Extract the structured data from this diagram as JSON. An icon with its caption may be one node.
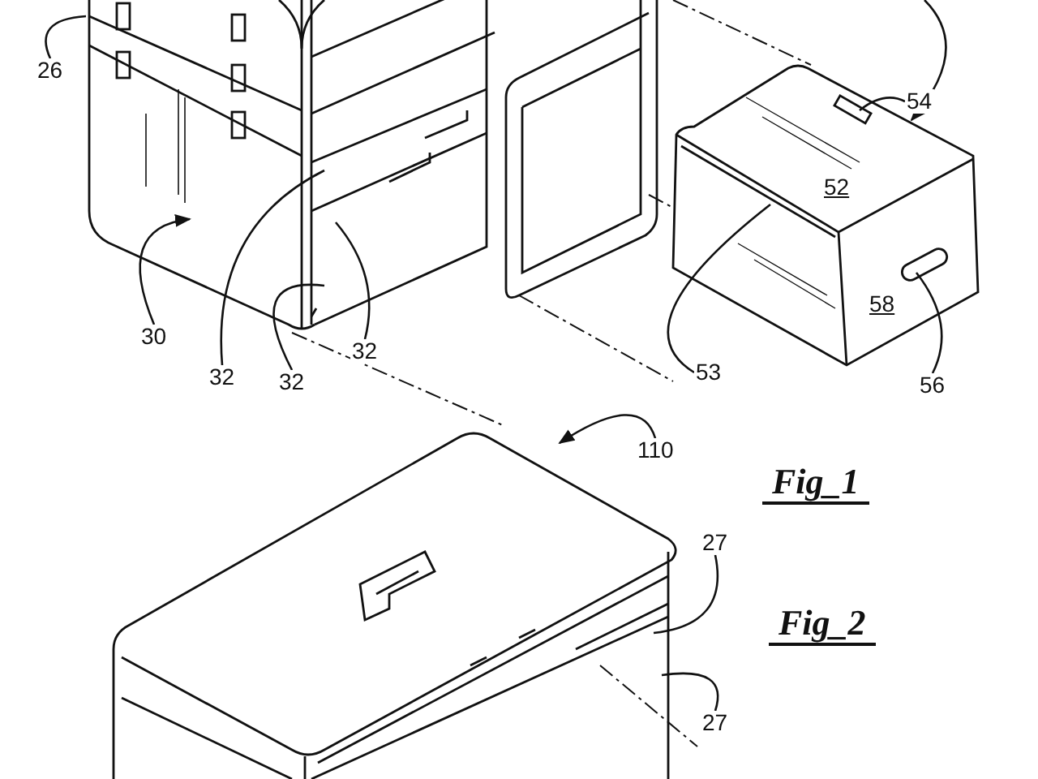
{
  "diagram": {
    "nodes": [
      {
        "text": [
          "26"
        ]
      },
      {
        "text": [
          "54"
        ]
      },
      {
        "text": [
          "30"
        ]
      },
      {
        "text": [
          "32"
        ]
      },
      {
        "text": [
          "32"
        ]
      },
      {
        "text": [
          "32"
        ]
      },
      {
        "text": [
          "53"
        ]
      },
      {
        "text": [
          "56"
        ]
      },
      {
        "text": [
          "110"
        ]
      },
      {
        "text": [
          "27"
        ]
      },
      {
        "text": [
          "27"
        ]
      },
      {
        "text": [],
        "shape": "box"
      }
    ],
    "edges": [
      {
        "from": 0,
        "to": null,
        "arrow": "none"
      },
      {
        "from": 1,
        "to": 11,
        "arrow": "none"
      },
      {
        "from": 2,
        "to": null,
        "arrow": "to"
      },
      {
        "from": 3,
        "to": null,
        "arrow": "none"
      },
      {
        "from": 4,
        "to": null,
        "arrow": "none"
      },
      {
        "from": 5,
        "to": null,
        "arrow": "none"
      },
      {
        "from": 6,
        "to": 11,
        "arrow": "none"
      },
      {
        "from": 7,
        "to": 11,
        "arrow": "none"
      },
      {
        "from": 8,
        "to": null,
        "arrow": "to"
      },
      {
        "from": 9,
        "to": null,
        "arrow": "none"
      },
      {
        "from": 10,
        "to": null,
        "arrow": "none"
      },
      {
        "from": null,
        "to": 11,
        "arrow": "to"
      }
    ],
    "labels": [
      "52",
      "58",
      "Fig_1",
      "Fig_2"
    ]
  }
}
